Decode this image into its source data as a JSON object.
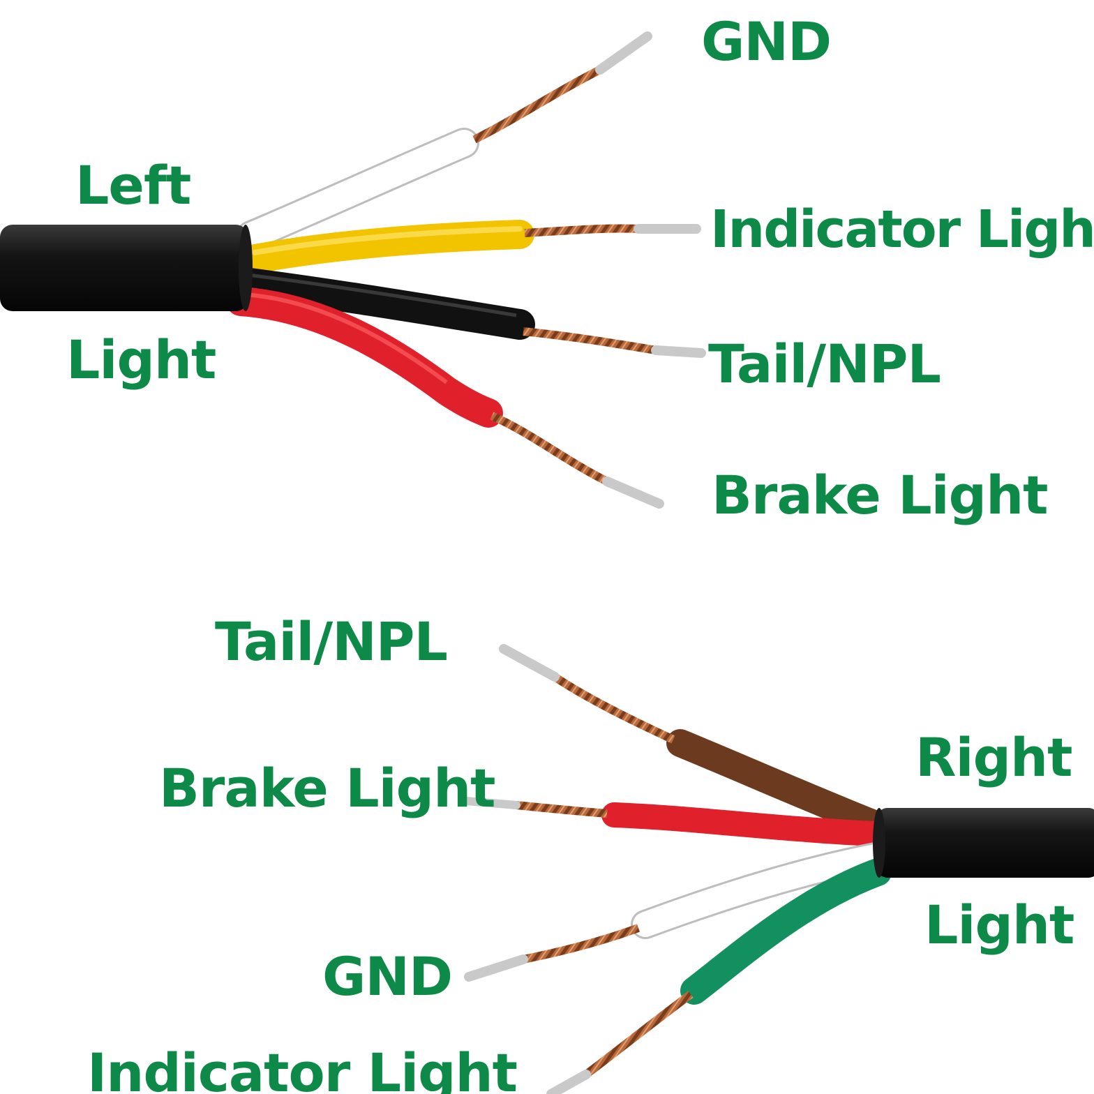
{
  "label_color": "#0d8a47",
  "top_cable": {
    "caption_line1": "Left",
    "caption_line2": "Light",
    "wire_labels": [
      "GND",
      "Indicator Light",
      "Tail/NPL",
      "Brake Light"
    ],
    "wire_colors": [
      "#ffffff",
      "#f2c400",
      "#1d1d1d",
      "#e0202a"
    ]
  },
  "bottom_cable": {
    "caption_line1": "Right",
    "caption_line2": "Light",
    "wire_labels": [
      "Tail/NPL",
      "Brake Light",
      "GND",
      "Indicator Light"
    ],
    "wire_colors": [
      "#6b3a1f",
      "#e0202a",
      "#ffffff",
      "#139060"
    ]
  },
  "colors": {
    "jacket": "#151515",
    "copper": "#b8683a",
    "copper_dark": "#7a3d1c",
    "tin": "#c9c9c9"
  }
}
